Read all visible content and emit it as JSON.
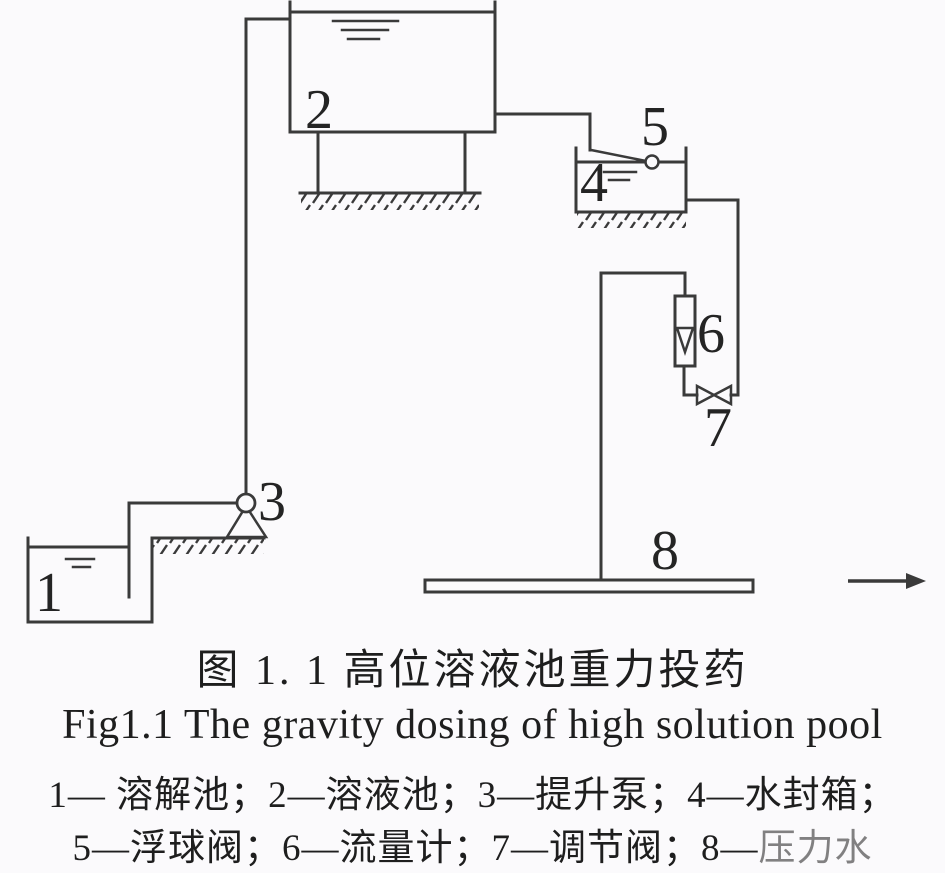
{
  "figure": {
    "caption_cn": "图 1. 1  高位溶液池重力投药",
    "caption_en": "Fig1.1 The gravity dosing of high solution pool",
    "legend": {
      "line1": "1— 溶解池；2—溶液池；3—提升泵；4—水封箱；",
      "line2_main": "5—浮球阀；6—流量计；7—调节阀；8—",
      "line2_faded": "压力水"
    },
    "components": [
      {
        "no": "1",
        "name": "溶解池"
      },
      {
        "no": "2",
        "name": "溶液池"
      },
      {
        "no": "3",
        "name": "提升泵"
      },
      {
        "no": "4",
        "name": "水封箱"
      },
      {
        "no": "5",
        "name": "浮球阀"
      },
      {
        "no": "6",
        "name": "流量计"
      },
      {
        "no": "7",
        "name": "调节阀"
      },
      {
        "no": "8",
        "name": "压力水"
      }
    ]
  },
  "diagram": {
    "labels": {
      "dissolving_pool": "1",
      "solution_pool": "2",
      "lift_pump": "3",
      "water_seal_box": "4",
      "float_valve": "5",
      "flow_meter": "6",
      "regulating_valve": "7",
      "pressure_pipe": "8"
    },
    "flow_direction": "right"
  },
  "colors": {
    "line": "#3a3a3a",
    "text": "#1e1e1e",
    "background": "#fbfafc"
  }
}
